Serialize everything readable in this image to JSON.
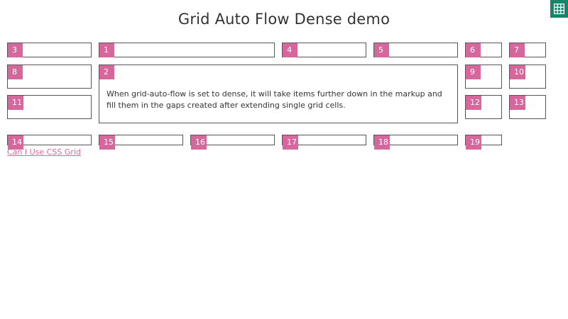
{
  "title": "Grid Auto Flow Dense demo",
  "badge_icon": "grid-icon",
  "accent_color": "#d5679c",
  "badge_color": "#14876a",
  "items": {
    "i1": "1",
    "i2": "2",
    "i3": "3",
    "i4": "4",
    "i5": "5",
    "i6": "6",
    "i7": "7",
    "i8": "8",
    "i9": "9",
    "i10": "10",
    "i11": "11",
    "i12": "12",
    "i13": "13",
    "i14": "14",
    "i15": "15",
    "i16": "16",
    "i17": "17",
    "i18": "18",
    "i19": "19"
  },
  "description": "When grid-auto-flow is set to dense, it will take items further down in the markup and fill them in the gaps created after extending single grid cells.",
  "link_text": "Can I Use CSS Grid"
}
